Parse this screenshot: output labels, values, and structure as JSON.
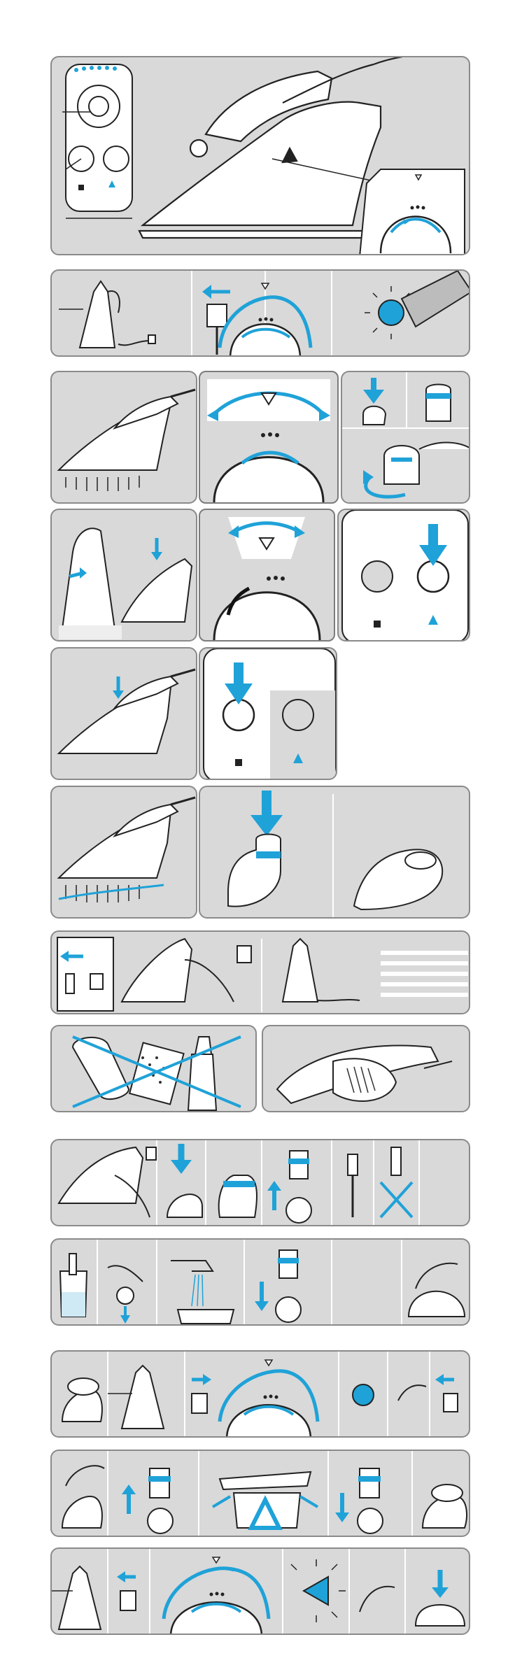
{
  "page": {
    "title": "",
    "accent_color": "#1fa2d8",
    "panel_color": "#d9d9d9",
    "outline_color": "#222222"
  },
  "icons": [
    "iron-icon",
    "plug-icon",
    "socket-icon",
    "dial-icon",
    "light-icon",
    "steam-button-icon",
    "shot-button-icon",
    "drop-icon",
    "cross-icon",
    "cartridge-icon",
    "brush-icon",
    "tap-icon"
  ],
  "steps": [
    {
      "id": "overview"
    },
    {
      "id": "prepare"
    },
    {
      "id": "select-setting"
    },
    {
      "id": "variable-steam"
    },
    {
      "id": "steam-shot"
    },
    {
      "id": "spray"
    },
    {
      "id": "after-ironing"
    },
    {
      "id": "cleaning"
    },
    {
      "id": "descaling-a"
    },
    {
      "id": "descaling-b"
    },
    {
      "id": "anti-calc-a"
    },
    {
      "id": "anti-calc-b"
    },
    {
      "id": "anti-calc-c"
    }
  ]
}
